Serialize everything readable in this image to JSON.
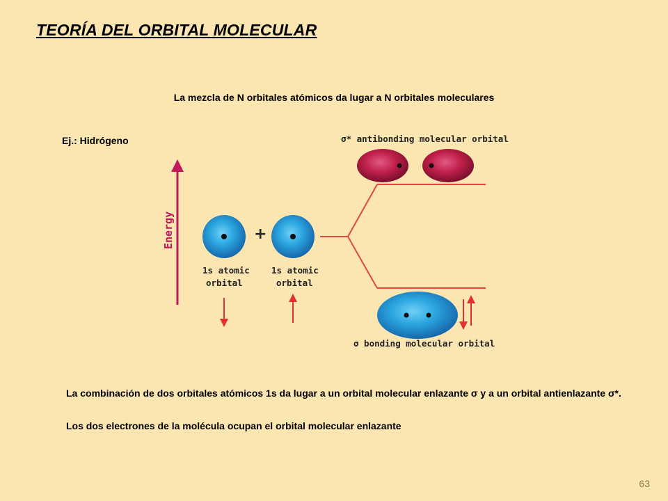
{
  "slide": {
    "title": "TEORÍA DEL ORBITAL MOLECULAR",
    "subtitle": "La mezcla de N orbitales atómicos da lugar a N orbitales moleculares",
    "example": "Ej.: Hidrógeno",
    "paragraph1": "La combinación de dos orbitales atómicos 1s da lugar a un orbital molecular enlazante σ y a un orbital antienlazante σ*.",
    "paragraph2": "Los dos electrones de la molécula ocupan el orbital molecular enlazante",
    "page_number": "63"
  },
  "diagram": {
    "energy_label": "Energy",
    "plus_sign": "+",
    "antibonding_label": "σ* antibonding molecular orbital",
    "bonding_label": "σ bonding molecular orbital",
    "atomic_label_line1": "1s atomic",
    "atomic_label_line2": "orbital",
    "colors": {
      "energy_arrow": "#c2185b",
      "antibonding_lobe": "#c0204a",
      "orbital_blue": "#1e90d0",
      "level_lines": "#e0483a",
      "electron_arrows": "#e03030"
    }
  }
}
